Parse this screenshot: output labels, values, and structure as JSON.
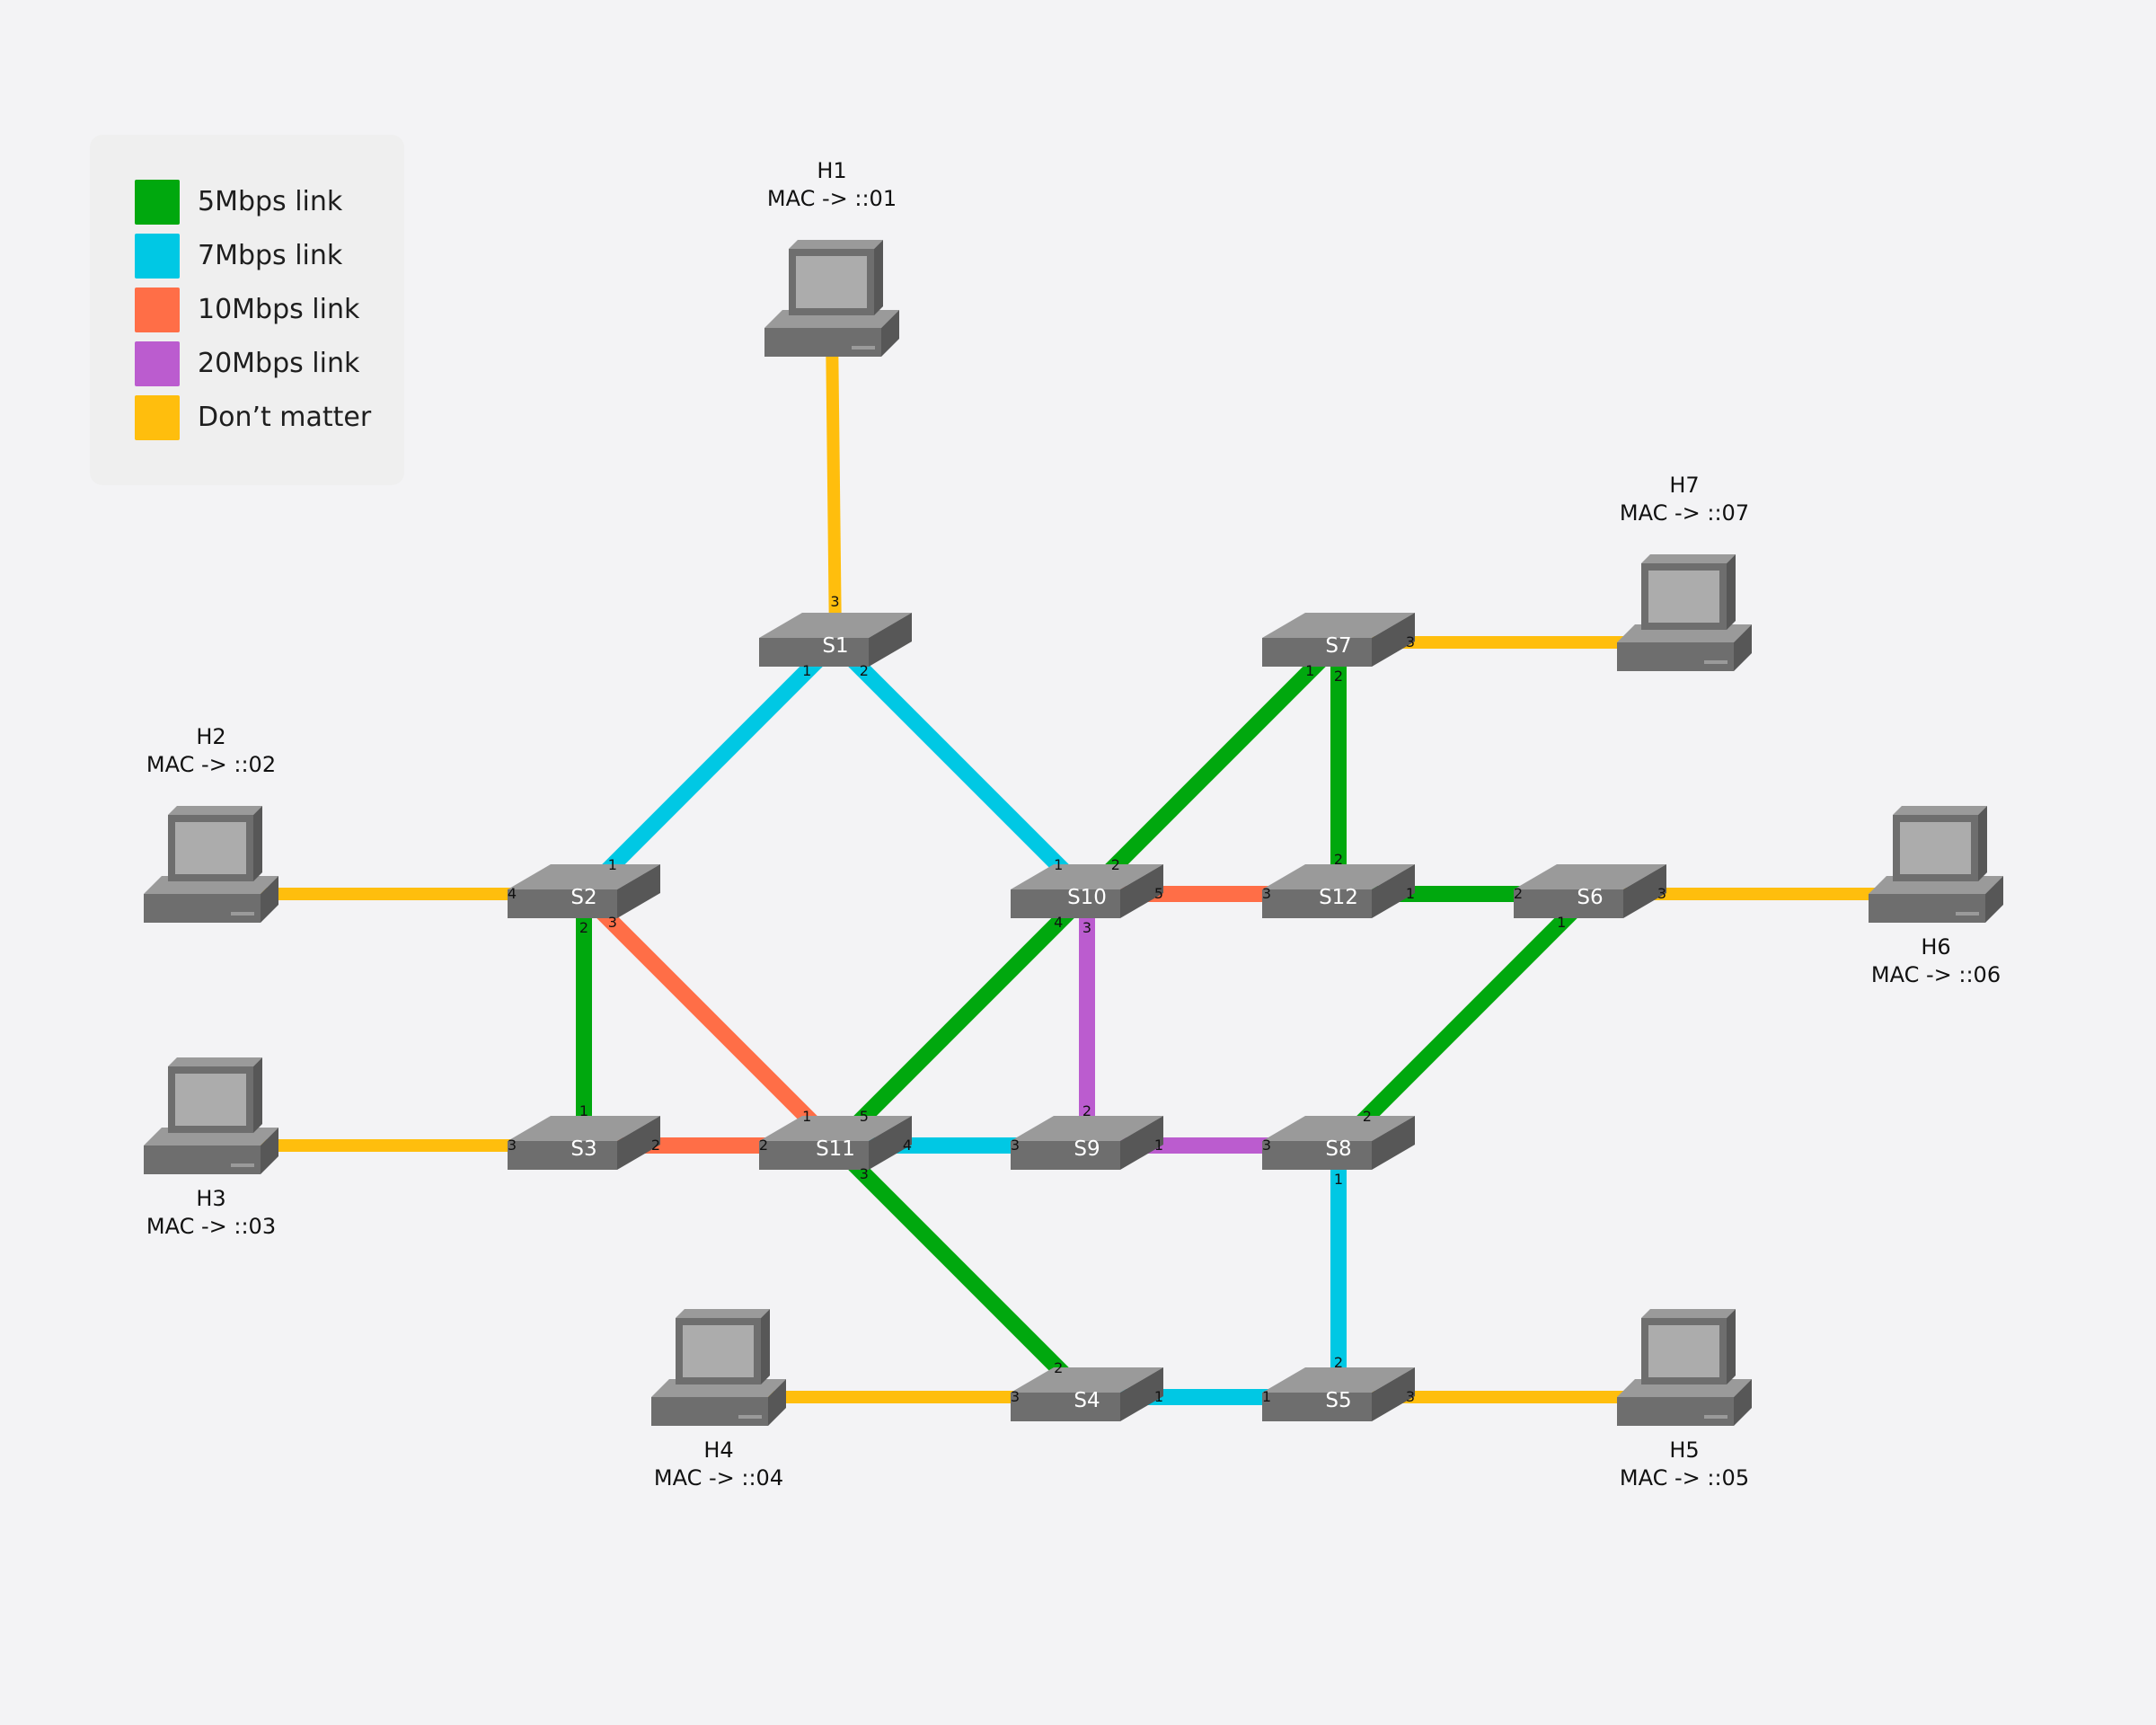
{
  "legend": [
    {
      "label": "5Mbps link",
      "color": "#00a80e"
    },
    {
      "label": "7Mbps link",
      "color": "#00c8e4"
    },
    {
      "label": "10Mbps link",
      "color": "#ff6e47"
    },
    {
      "label": "20Mbps link",
      "color": "#bb5ccf"
    },
    {
      "label": "Don’t matter",
      "color": "#ffbe0d"
    }
  ],
  "switches": [
    {
      "id": "S1",
      "label": "S1"
    },
    {
      "id": "S2",
      "label": "S2"
    },
    {
      "id": "S3",
      "label": "S3"
    },
    {
      "id": "S4",
      "label": "S4"
    },
    {
      "id": "S5",
      "label": "S5"
    },
    {
      "id": "S6",
      "label": "S6"
    },
    {
      "id": "S7",
      "label": "S7"
    },
    {
      "id": "S8",
      "label": "S8"
    },
    {
      "id": "S9",
      "label": "S9"
    },
    {
      "id": "S10",
      "label": "S10"
    },
    {
      "id": "S11",
      "label": "S11"
    },
    {
      "id": "S12",
      "label": "S12"
    }
  ],
  "hosts": [
    {
      "id": "H1",
      "name": "H1",
      "mac": "MAC -> ::01"
    },
    {
      "id": "H2",
      "name": "H2",
      "mac": "MAC -> ::02"
    },
    {
      "id": "H3",
      "name": "H3",
      "mac": "MAC -> ::03"
    },
    {
      "id": "H4",
      "name": "H4",
      "mac": "MAC -> ::04"
    },
    {
      "id": "H5",
      "name": "H5",
      "mac": "MAC -> ::05"
    },
    {
      "id": "H6",
      "name": "H6",
      "mac": "MAC -> ::06"
    },
    {
      "id": "H7",
      "name": "H7",
      "mac": "MAC -> ::07"
    }
  ],
  "links": [
    {
      "a": "H1",
      "b": "S1",
      "type": "dont-matter",
      "pb": "3"
    },
    {
      "a": "S1",
      "b": "S2",
      "type": "7mbps",
      "pa": "1",
      "pb": "1"
    },
    {
      "a": "S1",
      "b": "S10",
      "type": "7mbps",
      "pa": "2",
      "pb": "1"
    },
    {
      "a": "H2",
      "b": "S2",
      "type": "dont-matter",
      "pb": "4"
    },
    {
      "a": "S2",
      "b": "S3",
      "type": "5mbps",
      "pa": "2",
      "pb": "1"
    },
    {
      "a": "S2",
      "b": "S11",
      "type": "10mbps",
      "pa": "3",
      "pb": "1"
    },
    {
      "a": "H3",
      "b": "S3",
      "type": "dont-matter",
      "pb": "3"
    },
    {
      "a": "S3",
      "b": "S11",
      "type": "10mbps",
      "pa": "2",
      "pb": "2"
    },
    {
      "a": "S11",
      "b": "S10",
      "type": "5mbps",
      "pa": "5",
      "pb": "4"
    },
    {
      "a": "S11",
      "b": "S9",
      "type": "7mbps",
      "pa": "4",
      "pb": "3"
    },
    {
      "a": "S11",
      "b": "S4",
      "type": "5mbps",
      "pa": "3",
      "pb": "2"
    },
    {
      "a": "S10",
      "b": "S7",
      "type": "5mbps",
      "pa": "2",
      "pb": "1"
    },
    {
      "a": "S10",
      "b": "S12",
      "type": "10mbps",
      "pa": "5",
      "pb": "3"
    },
    {
      "a": "S10",
      "b": "S9",
      "type": "20mbps",
      "pa": "3",
      "pb": "2"
    },
    {
      "a": "S7",
      "b": "H7",
      "type": "dont-matter",
      "pa": "3"
    },
    {
      "a": "S7",
      "b": "S12",
      "type": "5mbps",
      "pa": "2",
      "pb": "2"
    },
    {
      "a": "S12",
      "b": "S6",
      "type": "5mbps",
      "pa": "1",
      "pb": "2"
    },
    {
      "a": "S6",
      "b": "H6",
      "type": "dont-matter",
      "pa": "3"
    },
    {
      "a": "S6",
      "b": "S8",
      "type": "5mbps",
      "pa": "1",
      "pb": "2"
    },
    {
      "a": "S9",
      "b": "S8",
      "type": "20mbps",
      "pa": "1",
      "pb": "3"
    },
    {
      "a": "S8",
      "b": "S5",
      "type": "7mbps",
      "pa": "1",
      "pb": "2"
    },
    {
      "a": "H4",
      "b": "S4",
      "type": "dont-matter",
      "pb": "3"
    },
    {
      "a": "S4",
      "b": "S5",
      "type": "7mbps",
      "pa": "1",
      "pb": "1"
    },
    {
      "a": "S5",
      "b": "H5",
      "type": "dont-matter",
      "pa": "3"
    }
  ],
  "link_colors": {
    "5mbps": "#00a80e",
    "7mbps": "#00c8e4",
    "10mbps": "#ff6e47",
    "20mbps": "#bb5ccf",
    "dont-matter": "#ffbe0d"
  },
  "icons": {
    "switch": "network-switch-icon",
    "host": "computer-icon"
  }
}
